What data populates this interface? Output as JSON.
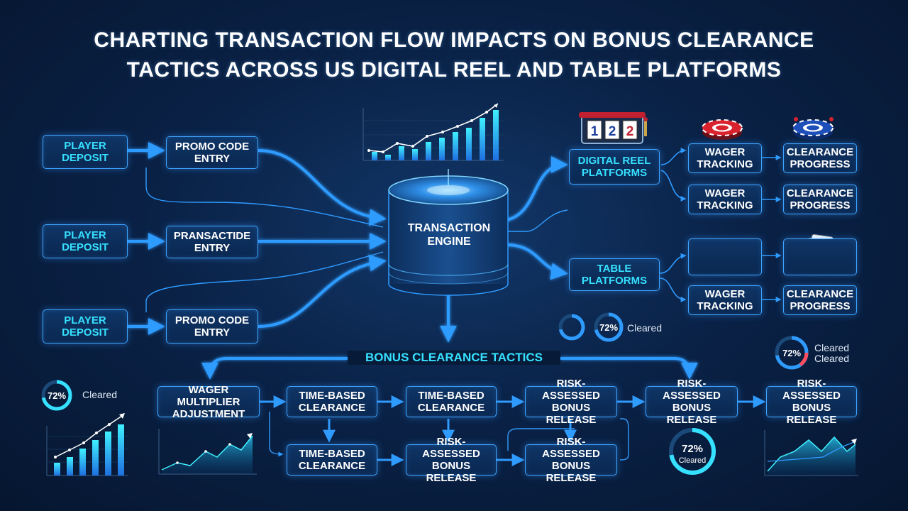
{
  "title": {
    "line1": "CHARTING TRANSACTION FLOW IMPACTS ON BONUS CLEARANCE",
    "line2": "TACTICS ACROSS US DIGITAL REEL AND TABLE PLATFORMS"
  },
  "inputs": {
    "deposit_1": "PLAYER DEPOSIT",
    "deposit_2": "PLAYER DEPOSIT",
    "deposit_3": "PLAYER DEPOSIT",
    "entry_1": "PROMO CODE ENTRY",
    "entry_2": "PRANSACTIDE ENTRY",
    "entry_3": "PROMO CODE ENTRY"
  },
  "engine": {
    "label": "TRANSACTION ENGINE"
  },
  "platforms": {
    "reel": "DIGITAL REEL PLATFORMS",
    "table": "TABLE PLATFORMS",
    "slot_icon_digits": "122",
    "reel_wager_1": "WAGER TRACKING",
    "reel_wager_2": "WAGER TRACKING",
    "reel_progress_1": "CLEARANCE PROGRESS",
    "reel_progress_2": "CLEARANCE PROGRESS",
    "table_wager": "WAGER TRACKING",
    "table_progress": "CLEARANCE PROGRESS"
  },
  "tactics": {
    "label": "BONUS CLEARANCE TACTICS",
    "top_row": [
      "WAGER MULTIPLIER ADJUSTMENT",
      "TIME-BASED CLEARANCE",
      "TIME-BASED CLEARANCE",
      "RISK-ASSESSED BONUS RELEASE",
      "RISK-ASSESSED BONUS RELEASE",
      "RISK-ASSESSED BONUS RELEASE"
    ],
    "bottom_row": [
      "TIME-BASED CLEARANCE",
      "RISK-ASSESSED BONUS RELEASE",
      "RISK-ASSESSED BONUS RELEASE"
    ]
  },
  "gauges": {
    "left": {
      "value": "72%",
      "label": "Cleared",
      "fraction": 0.72
    },
    "mid": {
      "value": "72%",
      "label": "Cleared",
      "fraction": 0.72
    },
    "right": {
      "value": "72%",
      "label1": "Cleared",
      "label2": "Cleared",
      "fraction": 0.72
    },
    "bottom": {
      "value": "72%",
      "label": "Cleared",
      "fraction": 0.72
    }
  },
  "colors": {
    "accent_cyan": "#36e0ff",
    "accent_blue": "#2f9bff",
    "border": "#3fa4ff",
    "warning_red": "#ff4d5e",
    "background": "#0a2247"
  },
  "icons": [
    "slot-machine-icon",
    "casino-chip-icon",
    "chip-stack-icon",
    "playing-cards-icon"
  ]
}
